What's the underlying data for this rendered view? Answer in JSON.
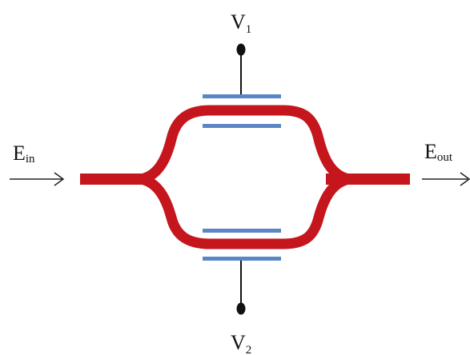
{
  "labels": {
    "v1": {
      "main": "V",
      "sub": "1"
    },
    "v2": {
      "main": "V",
      "sub": "2"
    },
    "ein": {
      "main": "E",
      "sub": "in"
    },
    "eout": {
      "main": "E",
      "sub": "out"
    }
  },
  "colors": {
    "waveguide": "#c4161c",
    "electrode": "#5b86c5",
    "wire": "#111111",
    "arrow": "#222222"
  }
}
